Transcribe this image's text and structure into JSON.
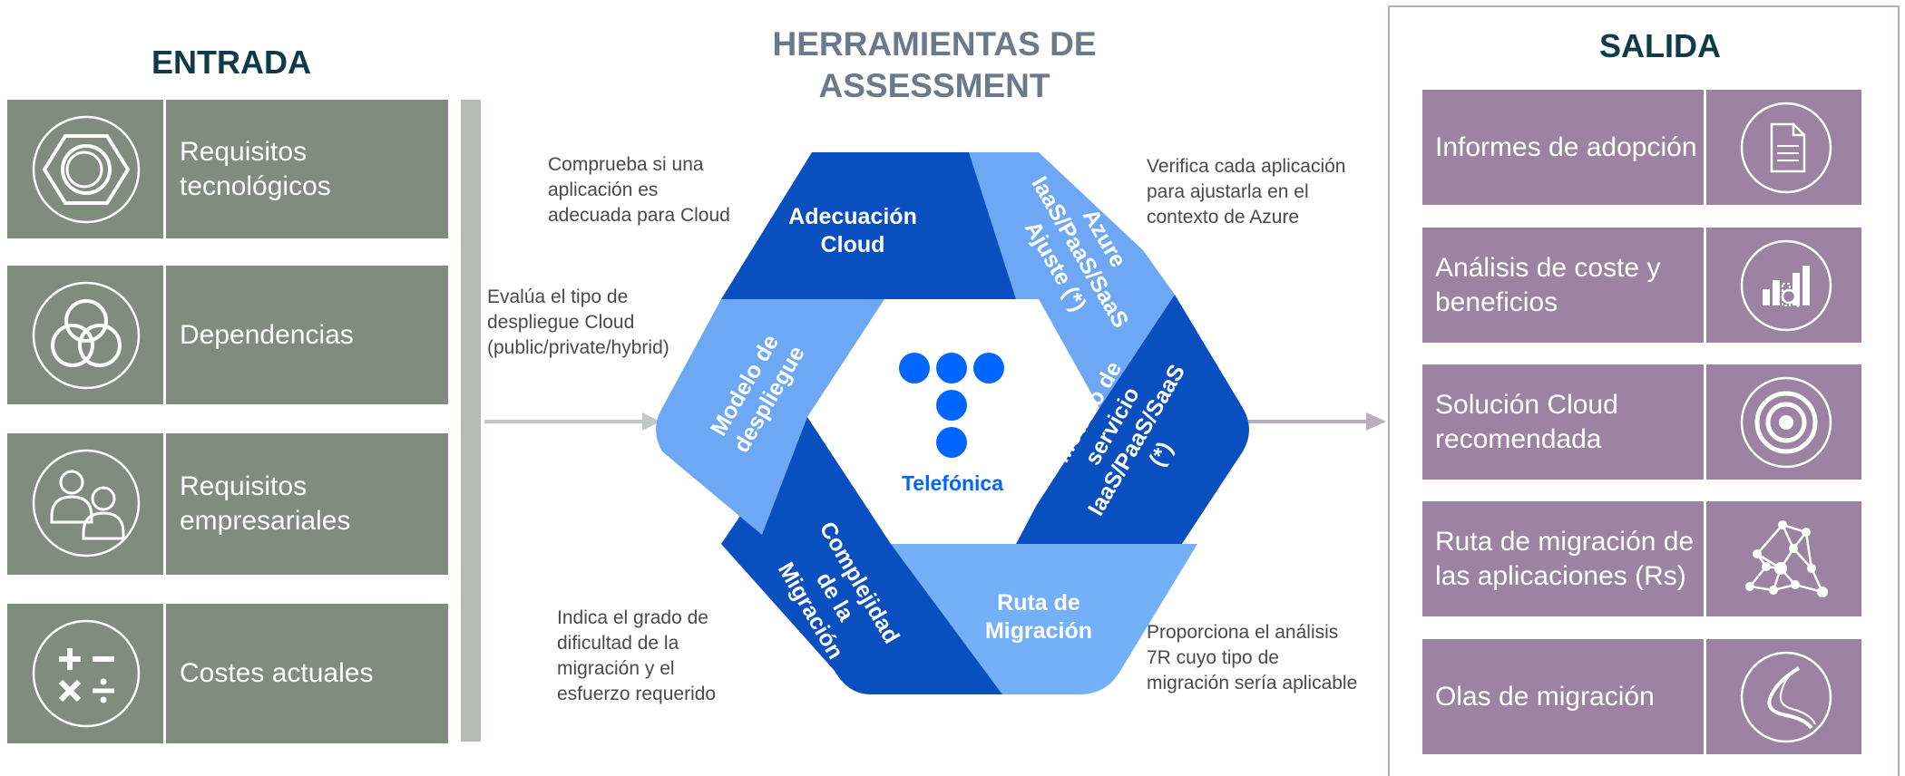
{
  "headings": {
    "entrada": "ENTRADA",
    "herramientas_line1": "HERRAMIENTAS DE",
    "herramientas_line2": "ASSESSMENT",
    "salida": "SALIDA"
  },
  "entrada_items": [
    {
      "label": "Requisitos tecnológicos",
      "icon": "hexagon-ring-icon"
    },
    {
      "label": "Dependencias",
      "icon": "interlocking-rings-icon"
    },
    {
      "label": "Requisitos empresariales",
      "icon": "users-icon"
    },
    {
      "label": "Costes actuales",
      "icon": "calculator-operators-icon"
    }
  ],
  "cycle_segments": {
    "adecuacion": "Adecuación\nCloud",
    "azure": "Azure\nIaaS/PaaS/SaaS\nAjuste (*)",
    "servicio": "Modelo de\nservicio\nIaaS/PaaS/SaaS\n(*)",
    "ruta": "Ruta de\nMigración",
    "complejidad": "Complejidad\nde la\nMigración",
    "despliegue": "Modelo de\ndespliegue"
  },
  "center_logo": {
    "name": "Telefónica",
    "icon": "telefonica-dots-logo",
    "color": "#0066ff"
  },
  "descriptions": {
    "adecuacion": "Comprueba si una\naplicación es\nadecuada para Cloud",
    "azure": "Verifica cada aplicación\npara ajustarla en el\ncontexto de Azure",
    "despliegue": "Evalúa el tipo de\ndespliegue Cloud\n(public/private/hybrid)",
    "complejidad": "Indica el grado de\ndificultad de la\nmigración y el\nesfuerzo requerido",
    "ruta": "Proporciona el análisis\n7R cuyo tipo de\nmigración sería aplicable"
  },
  "salida_items": [
    {
      "label": "Informes de adopción",
      "icon": "document-icon"
    },
    {
      "label": "Análisis de coste y beneficios",
      "icon": "bar-chart-magnifier-icon"
    },
    {
      "label": "Solución Cloud recomendada",
      "icon": "target-icon"
    },
    {
      "label": "Ruta de migración de las aplicaciones (Rs)",
      "icon": "network-nodes-icon"
    },
    {
      "label": "Olas de migración",
      "icon": "winding-road-icon"
    }
  ],
  "colors": {
    "heading_dark": "#0f3a4a",
    "heading_gray": "#6b7a8a",
    "entrada_fill": "#7f8c7e",
    "salida_fill": "#9b83a1",
    "segment_dark": "#0a4fc0",
    "segment_light": "#6ea8f5",
    "segment_pale": "#74b0f7"
  }
}
